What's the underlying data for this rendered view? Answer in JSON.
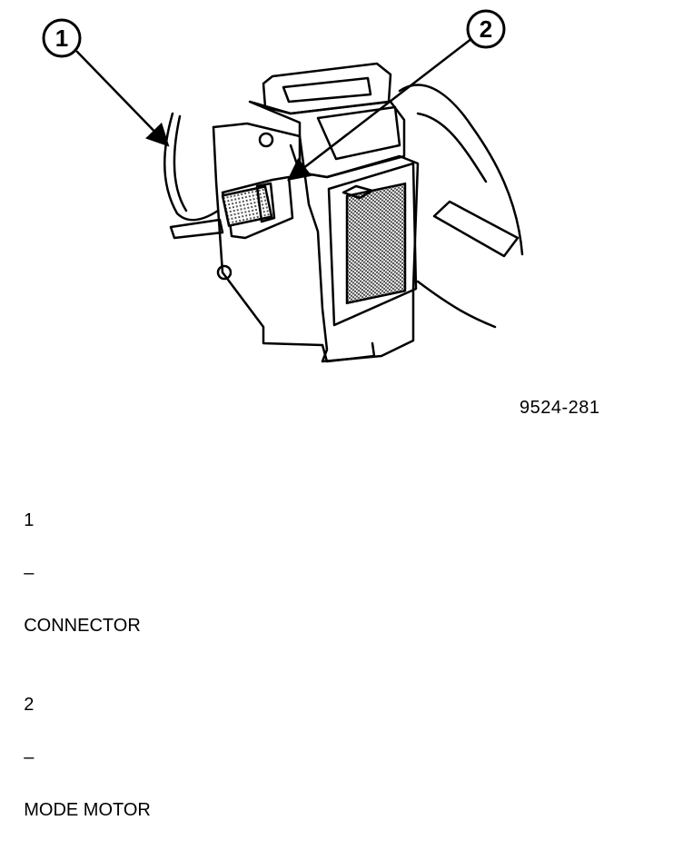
{
  "callouts": [
    {
      "number": "1"
    },
    {
      "number": "2"
    }
  ],
  "figure_id": "9524-281",
  "legend": [
    {
      "number": "1",
      "separator": "–",
      "label": "CONNECTOR"
    },
    {
      "number": "2",
      "separator": "–",
      "label": "MODE MOTOR"
    }
  ],
  "colors": {
    "line": "#000000",
    "background": "#ffffff",
    "shading": "#666666"
  }
}
